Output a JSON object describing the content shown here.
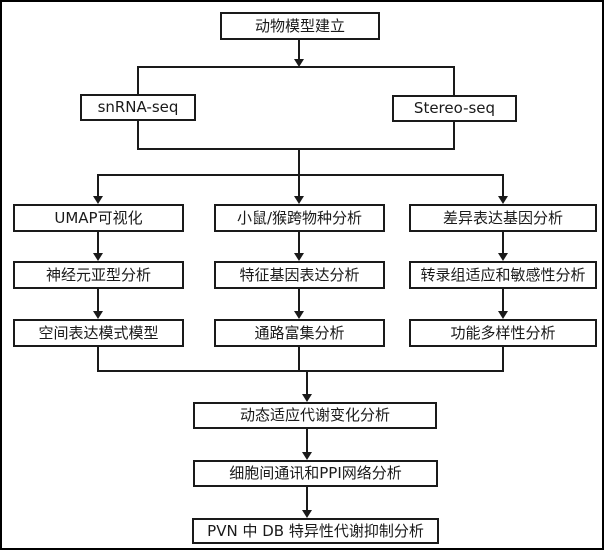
{
  "diagram": {
    "root": "动物模型建立",
    "sequencing": {
      "left": "snRNA-seq",
      "right": "Stereo-seq"
    },
    "branches": {
      "left": [
        "UMAP可视化",
        "神经元亚型分析",
        "空间表达模式模型"
      ],
      "middle": [
        "小鼠/猴跨物种分析",
        "特征基因表达分析",
        "通路富集分析"
      ],
      "right": [
        "差异表达基因分析",
        "转录组适应和敏感性分析",
        "功能多样性分析"
      ]
    },
    "merged": [
      "动态适应代谢变化分析",
      "细胞间通讯和PPI网络分析",
      "PVN 中 DB 特异性代谢抑制分析"
    ],
    "colors": {
      "line": "#1a1a1a",
      "box_background": "#ffffff",
      "text": "#1a1a1a",
      "frame_border": "#000000",
      "page_background": "#ffffff"
    }
  }
}
